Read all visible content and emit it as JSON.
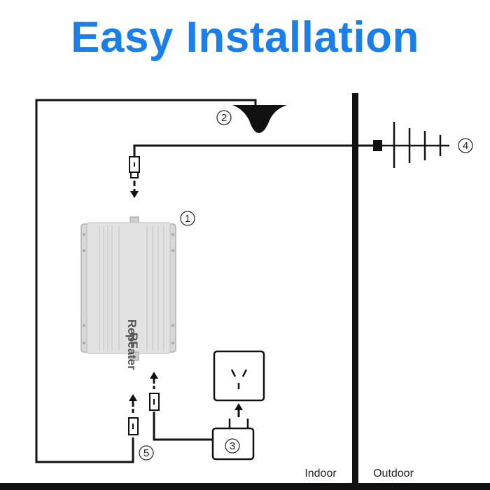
{
  "title": "Easy Installation",
  "markers": {
    "repeater": "1",
    "indoor_antenna": "2",
    "power_adapter": "3",
    "outdoor_antenna": "4",
    "cable": "5"
  },
  "repeater_label": "Repeater",
  "repeater_brand": "RF",
  "zones": {
    "indoor": "Indoor",
    "outdoor": "Outdoor"
  },
  "colors": {
    "title": "#1a7fe8",
    "line": "#111111",
    "device": "#d4d4d4"
  }
}
